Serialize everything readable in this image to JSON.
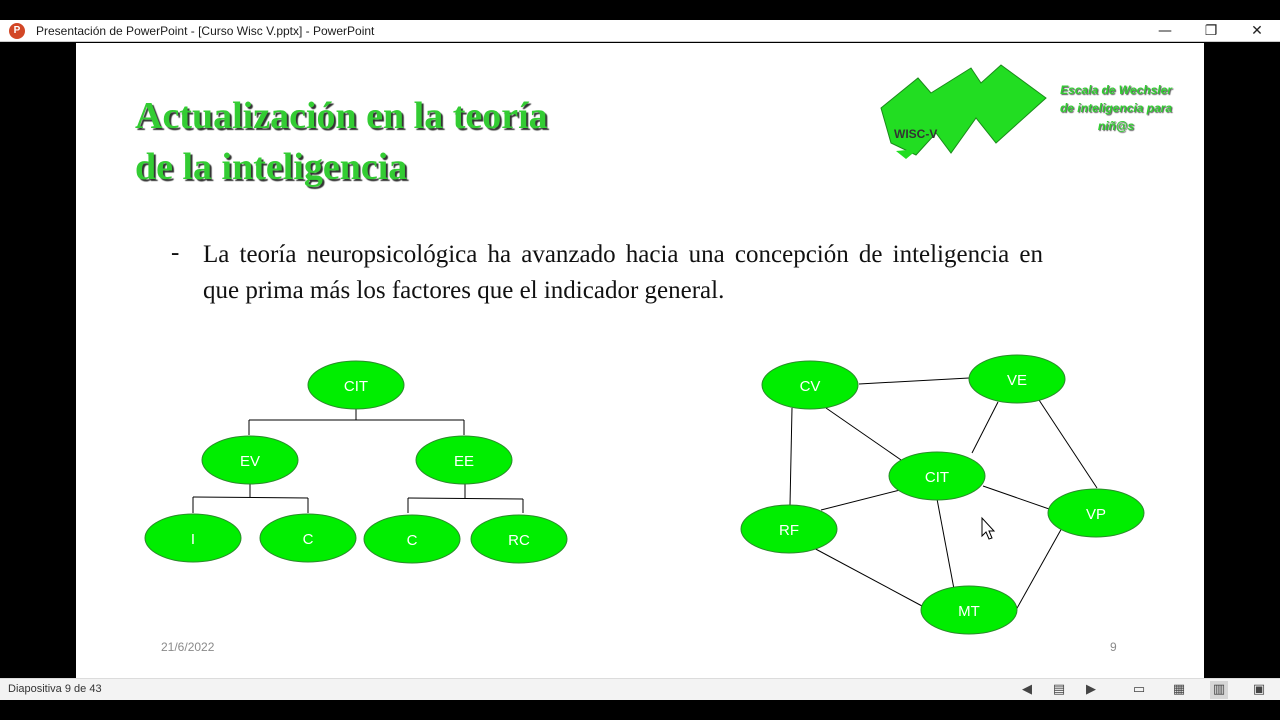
{
  "window": {
    "title": "Presentación de PowerPoint - [Curso Wisc V.pptx] - PowerPoint",
    "app_icon_letter": "P",
    "minimize": "—",
    "restore": "❐",
    "close": "✕"
  },
  "slide": {
    "title_line1": "Actualización en la teoría",
    "title_line2": "de la inteligencia",
    "bullet_dash": "-",
    "bullet": "La teoría neuropsicológica ha avanzado hacia una concepción de inteligencia en que prima más los factores que el indicador general.",
    "logo": {
      "mark_text": "WISC-V",
      "line1": "Escala de Wechsler",
      "line2": "de inteligencia para",
      "line3": "niñ@s"
    },
    "hierarchy_diagram": {
      "nodes": [
        "CIT",
        "EV",
        "EE",
        "I",
        "C",
        "C",
        "RC"
      ]
    },
    "network_diagram": {
      "nodes": [
        "CV",
        "VE",
        "CIT",
        "RF",
        "VP",
        "MT"
      ]
    },
    "date": "21/6/2022",
    "page_number": "9",
    "node_color": "#00ee00"
  },
  "statusbar": {
    "slide_count": "Diapositiva 9 de 43"
  }
}
